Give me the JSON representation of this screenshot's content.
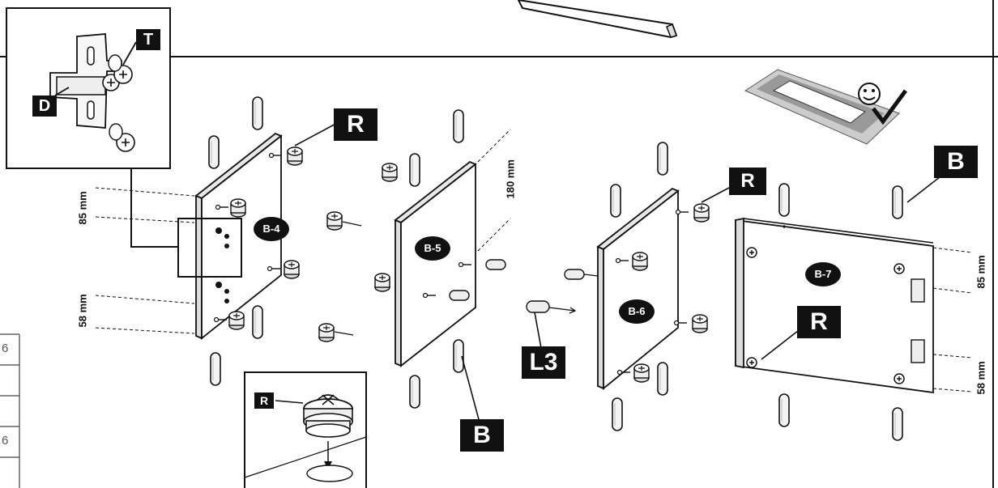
{
  "inset_bracket": {
    "label_t": "T",
    "label_d": "D"
  },
  "inset_cam": {
    "label_r": "R"
  },
  "panels": {
    "b4": {
      "label": "B-4"
    },
    "b5": {
      "label": "B-5"
    },
    "b6": {
      "label": "B-6"
    },
    "b7": {
      "label": "B-7"
    }
  },
  "callouts": {
    "r1": "R",
    "r2": "R",
    "r3": "R",
    "b1": "B",
    "b2": "B",
    "l3": "L3"
  },
  "dimensions": {
    "left_top": "85 mm",
    "left_bottom": "58 mm",
    "mid_top": "180 mm",
    "right_top": "85 mm",
    "right_bottom": "58 mm"
  },
  "table_fragment": {
    "digit_1": "6",
    "digit_2": "6"
  }
}
